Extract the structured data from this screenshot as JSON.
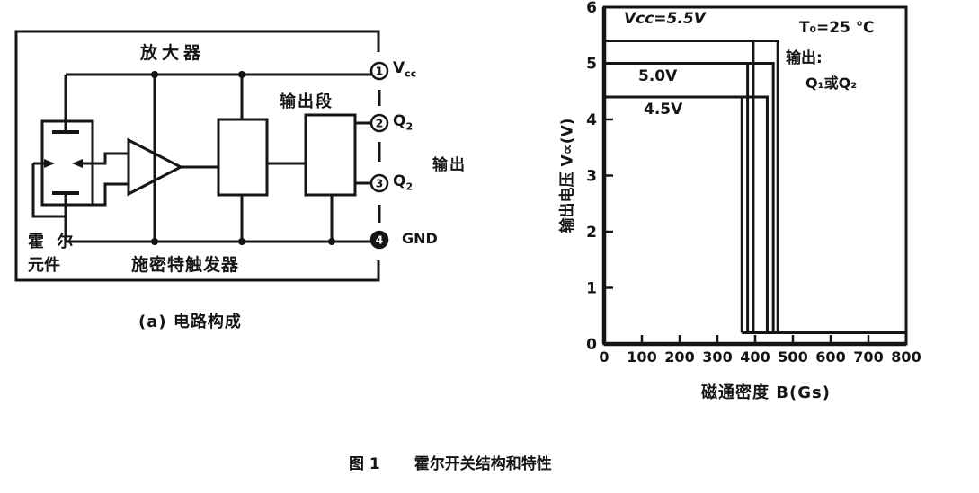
{
  "figure_caption": {
    "prefix": "图 1",
    "title": "霍尔开关结构和特性"
  },
  "circuit": {
    "caption": "(a) 电路构成",
    "amplifier_label": "放大器",
    "output_stage_label": "输出段",
    "schmitt_label": "施密特触发器",
    "hall_label_line1": "霍 尔",
    "hall_label_line2": "元件",
    "output_label": "输出",
    "terminals": [
      {
        "num": "1",
        "main": "V",
        "sub": "cc"
      },
      {
        "num": "2",
        "main": "Q",
        "sub": "2"
      },
      {
        "num": "3",
        "main": "Q",
        "sub": "2"
      },
      {
        "num": "4",
        "main": "GND",
        "sub": ""
      }
    ]
  },
  "chart_data": {
    "type": "line",
    "subtype": "hall-switch-hysteresis",
    "title": "",
    "xlabel": "磁通密度 B(Gs)",
    "ylabel": "输出电压 V∝(V)",
    "xlim": [
      0,
      800
    ],
    "ylim": [
      0,
      6
    ],
    "x_ticks": [
      0,
      100,
      200,
      300,
      400,
      500,
      600,
      700,
      800
    ],
    "y_ticks": [
      0,
      1,
      2,
      3,
      4,
      5,
      6
    ],
    "grid": false,
    "line_color": "#151515",
    "annotations": {
      "curve_55": "Vcc=5.5V",
      "curve_50": "5.0V",
      "curve_45": "4.5V",
      "condition_temp": "T₀=25 ℃",
      "condition_output": "输出:",
      "condition_pins": "Q₁或Q₂"
    },
    "series": [
      {
        "name": "Vcc=5.5V",
        "high_V": 5.4,
        "low_V": 0.2,
        "operate_B": 460,
        "release_B": 395
      },
      {
        "name": "Vcc=5.0V",
        "high_V": 5.0,
        "low_V": 0.2,
        "operate_B": 448,
        "release_B": 380
      },
      {
        "name": "Vcc=4.5V",
        "high_V": 4.4,
        "low_V": 0.2,
        "operate_B": 432,
        "release_B": 365
      }
    ],
    "low_level_line": {
      "level_V": 0.2,
      "from_B": 365,
      "to_B": 800
    }
  }
}
